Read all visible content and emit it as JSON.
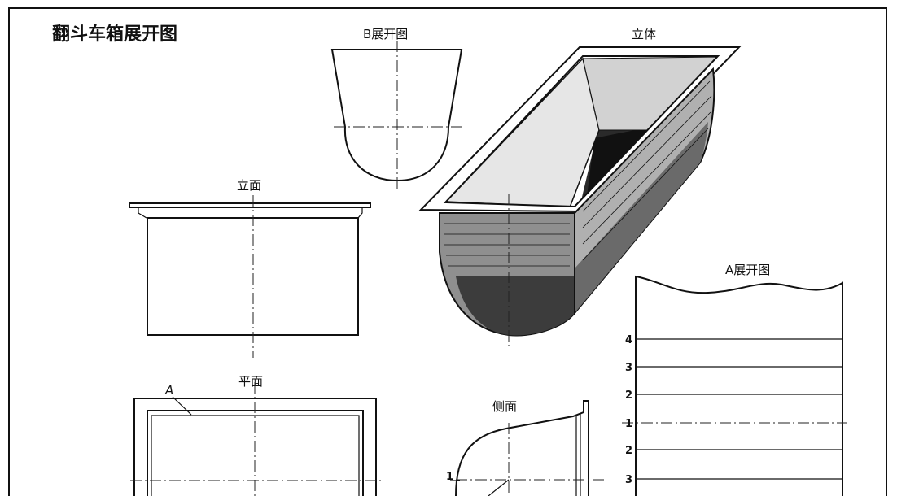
{
  "title": "翻斗车箱展开图",
  "views": {
    "b_development": "B展开图",
    "isometric": "立体",
    "elevation": "立面",
    "a_development": "A展开图",
    "plan": "平面",
    "side": "侧面",
    "plan_marker": "A",
    "side_marker": "1"
  },
  "a_development_divisions": [
    "4",
    "3",
    "2",
    "1",
    "2",
    "3"
  ]
}
